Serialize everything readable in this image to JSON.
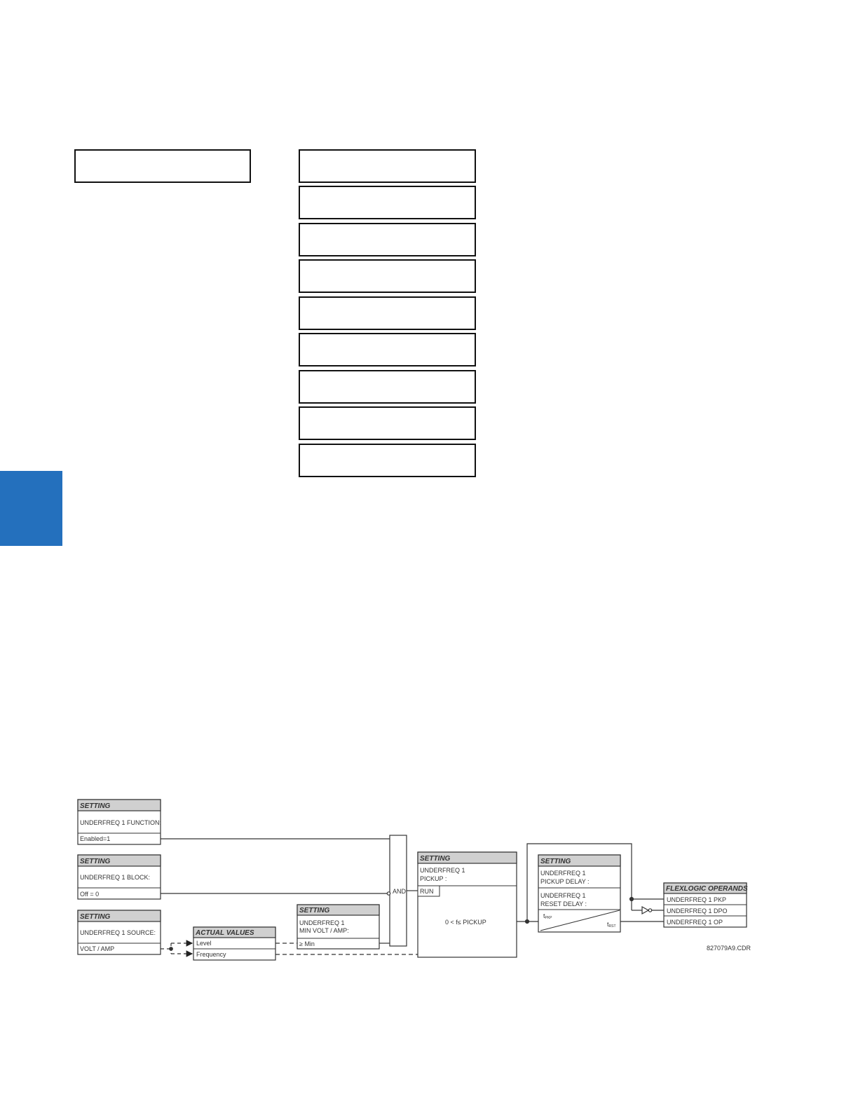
{
  "accent_color": "#2470bd",
  "diagram": {
    "block_function": {
      "header": "SETTING",
      "name": "UNDERFREQ  1 FUNCTION:",
      "value": "Enabled=1"
    },
    "block_block": {
      "header": "SETTING",
      "name": "UNDERFREQ  1 BLOCK:",
      "value": "Off = 0"
    },
    "block_source": {
      "header": "SETTING",
      "name": "UNDERFREQ  1 SOURCE:",
      "value": "VOLT / AMP"
    },
    "actual_values": {
      "header": "ACTUAL VALUES",
      "row1": "Level",
      "row2": "Frequency"
    },
    "min_volt": {
      "header": "SETTING",
      "name_line1": "UNDERFREQ 1",
      "name_line2": "MIN VOLT / AMP:",
      "value": "≥ Min"
    },
    "and_gate": "AND",
    "pickup": {
      "header": "SETTING",
      "name_line1": "UNDERFREQ  1",
      "name_line2": "PICKUP :",
      "run": "RUN",
      "condition": "0 < f≤  PICKUP"
    },
    "delay": {
      "header": "SETTING",
      "line1": "UNDERFREQ  1",
      "line2": "PICKUP DELAY :",
      "line3": "UNDERFREQ  1",
      "line4": "RESET DELAY :",
      "tpkp": "t",
      "tpkp_sub": "PKP",
      "trst": "t",
      "trst_sub": "RST"
    },
    "operands": {
      "header": "FLEXLOGIC OPERANDS",
      "op1": "UNDERFREQ  1 PKP",
      "op2": "UNDERFREQ  1 DPO",
      "op3": "UNDERFREQ  1 OP"
    },
    "figure_id": "827079A9.CDR"
  }
}
